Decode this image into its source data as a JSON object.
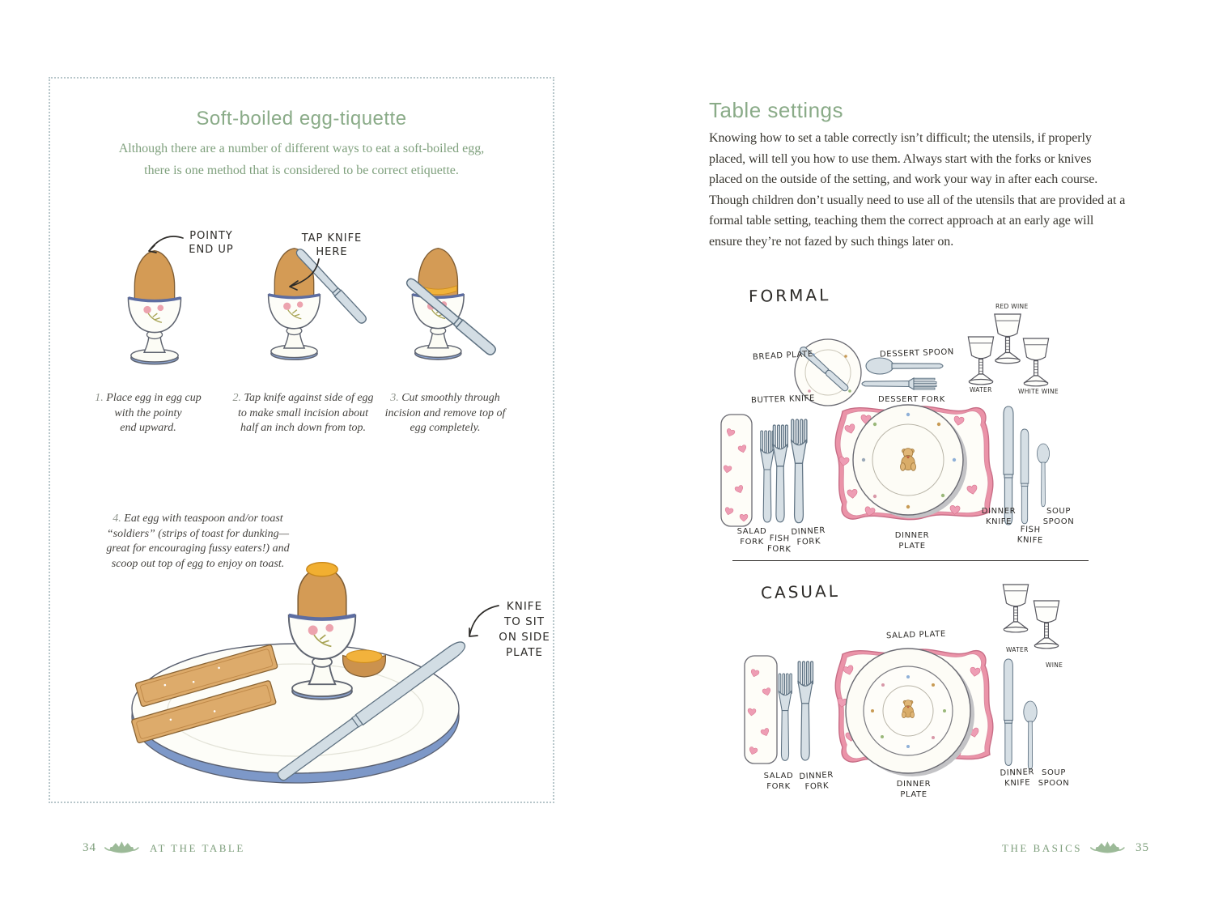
{
  "left": {
    "title": "Soft-boiled egg-tiquette",
    "subtitle": [
      "Although there are a number of different ways to eat a soft-boiled egg,",
      "there is one method that is considered to be correct etiquette."
    ],
    "ann_pointy": [
      "POINTY",
      "END UP"
    ],
    "ann_tap": [
      "TAP KNIFE",
      "HERE"
    ],
    "ann_knife": [
      "KNIFE",
      "TO SIT",
      "ON SIDE",
      "PLATE"
    ],
    "steps": [
      {
        "num": "1.",
        "l1": "Place egg in egg cup",
        "l2": "with the pointy",
        "l3": "end upward."
      },
      {
        "num": "2.",
        "l1": "Tap knife against side of egg",
        "l2": "to make small incision about",
        "l3": "half an inch down from top."
      },
      {
        "num": "3.",
        "l1": "Cut smoothly through",
        "l2": "incision and remove top of",
        "l3": "egg completely."
      }
    ],
    "step4": {
      "num": "4.",
      "l1": "Eat egg with teaspoon and/or toast",
      "l2": "“soldiers” (strips of toast for dunking—",
      "l3": "great for encouraging fussy eaters!) and",
      "l4": "scoop out top of egg to enjoy on toast."
    },
    "footer_num": "34",
    "footer_section": "AT THE TABLE"
  },
  "right": {
    "title": "Table settings",
    "body": "Knowing how to set a table correctly isn’t difficult; the utensils, if properly placed, will tell you how to use them. Always start with the forks or knives placed on the outside of the setting, and work your way in after each course. Though children don’t usually need to use all of the utensils that are provided at a formal table setting, teaching them the correct approach at an early age will ensure they’re not fazed by such things later on.",
    "formal": {
      "heading": "FORMAL",
      "bread_plate": "BREAD PLATE",
      "butter_knife": "BUTTER KNIFE",
      "dessert_spoon": "DESSERT SPOON",
      "dessert_fork": "DESSERT FORK",
      "red_wine": "RED WINE",
      "water": "WATER",
      "white_wine": "WHITE WINE",
      "salad_fork": "SALAD FORK",
      "fish_fork": "FISH FORK",
      "dinner_fork": "DINNER FORK",
      "dinner_plate": "DINNER PLATE",
      "dinner_knife": "DINNER KNIFE",
      "fish_knife": "FISH KNIFE",
      "soup_spoon": "SOUP SPOON"
    },
    "casual": {
      "heading": "CASUAL",
      "salad_plate": "SALAD PLATE",
      "water": "WATER",
      "wine": "WINE",
      "salad_fork": "SALAD FORK",
      "dinner_fork": "DINNER FORK",
      "dinner_plate": "DINNER PLATE",
      "dinner_knife": "DINNER KNIFE",
      "soup_spoon": "SOUP SPOON"
    },
    "footer_section": "THE BASICS",
    "footer_num": "35"
  }
}
